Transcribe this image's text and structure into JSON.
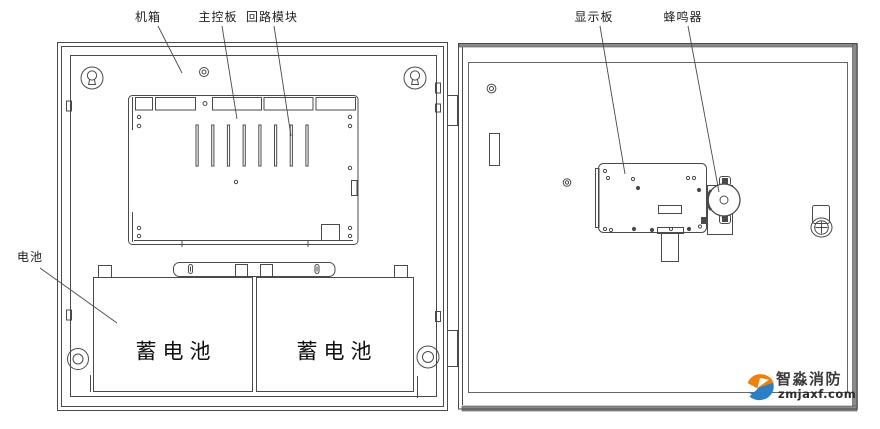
{
  "diagram": {
    "labels": {
      "chassis": "机箱",
      "main_board": "主控板",
      "loop_module": "回路模块",
      "battery": "电池",
      "display_board": "显示板",
      "buzzer": "蜂鸣器"
    },
    "batteries": [
      "蓄电池",
      "蓄电池"
    ]
  },
  "logo": {
    "brand": "智淼消防",
    "url": "zmjaxf.com",
    "icon": "zhimiao-swoosh-icon"
  },
  "colors": {
    "line": "#4a4a4a",
    "door_edge": "#8a8a8a",
    "logo_orange": "#f18101",
    "logo_blue": "#2a7fc9",
    "text": "#1e1e1e"
  }
}
